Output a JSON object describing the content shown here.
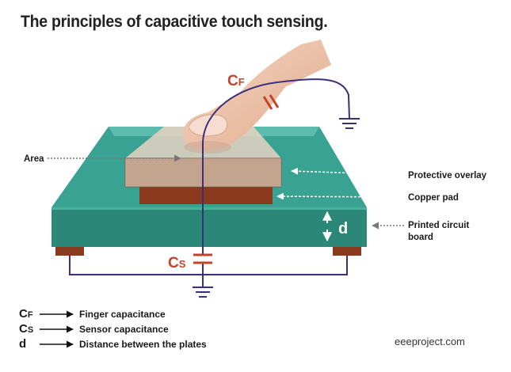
{
  "title": "The principles of capacitive touch sensing.",
  "labels": {
    "area": "Area",
    "protective_overlay": "Protective overlay",
    "copper_pad": "Copper pad",
    "pcb_line1": "Printed circuit",
    "pcb_line2": "board",
    "d": "d",
    "cf_main": "C",
    "cf_sub": "F",
    "cs_main": "C",
    "cs_sub": "S"
  },
  "legend": [
    {
      "symbol": "C",
      "sub": "F",
      "text": "Finger capacitance"
    },
    {
      "symbol": "C",
      "sub": "S",
      "text": "Sensor capacitance"
    },
    {
      "symbol": "d",
      "sub": "",
      "text": "Distance between the plates"
    }
  ],
  "watermark": "eeeproject.com",
  "colors": {
    "pcb_top": "#3aa292",
    "pcb_front": "#2b8777",
    "copper": "#8b3a1e",
    "wire": "#3c2f7a",
    "capacitor": "#c0452b",
    "finger": "#f1cbb4"
  }
}
